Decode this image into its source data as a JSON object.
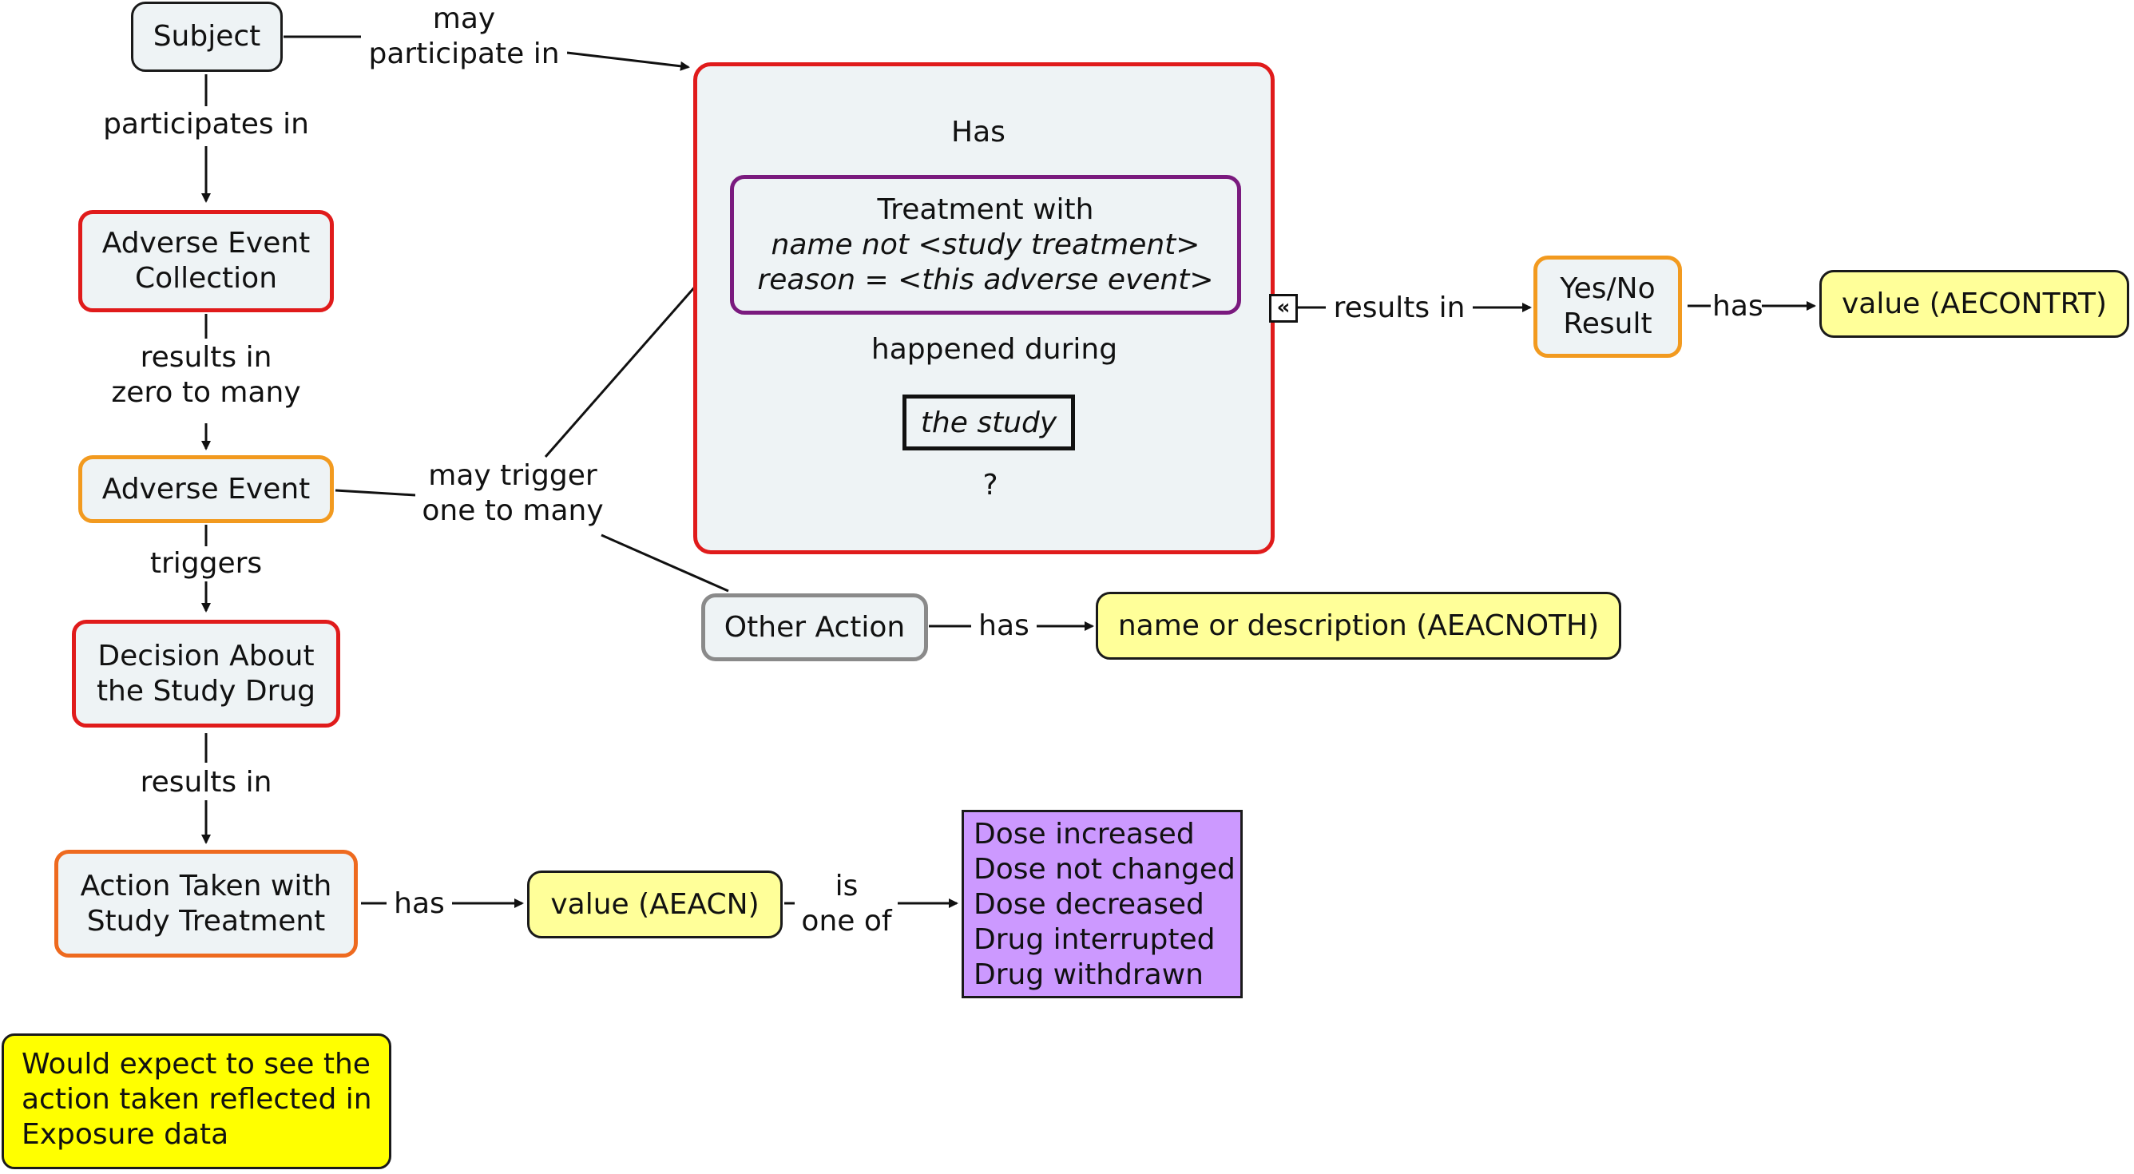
{
  "nodes": {
    "subject": "Subject",
    "ae_collection": [
      "Adverse Event",
      "Collection"
    ],
    "adverse_event": "Adverse Event",
    "decision": [
      "Decision About",
      "the Study Drug"
    ],
    "action_taken": [
      "Action Taken with",
      "Study Treatment"
    ],
    "value_aeacn": "value (AEACN)",
    "dose_options": [
      "Dose increased",
      "Dose not changed",
      "Dose decreased",
      "Drug interrupted",
      "Drug withdrawn"
    ],
    "other_action": "Other Action",
    "name_desc": "name or description (AEACNOTH)",
    "yes_no": [
      "Yes/No",
      "Result"
    ],
    "value_aecontrt": "value (AECONTRT)",
    "note": [
      "Would expect to see the",
      "action taken reflected in",
      "Exposure data"
    ]
  },
  "group": {
    "has": "Has",
    "treatment": [
      "Treatment with",
      "name not <study treatment>",
      "reason = <this adverse event>"
    ],
    "happened_during": "happened during",
    "the_study": "the study",
    "question": "?",
    "expand_icon": "«"
  },
  "links": {
    "may_participate_in": [
      "may",
      "participate in"
    ],
    "participates_in": "participates in",
    "results_in_zero": [
      "results in",
      "zero to many"
    ],
    "triggers": "triggers",
    "results_in_action": "results in",
    "has_aeacn": "has",
    "is_one_of": [
      "is",
      "one of"
    ],
    "may_trigger": [
      "may trigger",
      "one to many"
    ],
    "has_other": "has",
    "results_in_yesno": "results in",
    "has_aecontrt": "has"
  },
  "colors": {
    "red_border": "#e01b1b",
    "orange_border": "#f29a1f",
    "dark_orange_border": "#ee6a1f",
    "grey_border": "#8a8a8a",
    "purple_border": "#7a1a7e",
    "node_fill": "#eef3f5",
    "value_fill": "#ffff99",
    "note_fill": "#ffff00",
    "list_fill": "#cc99ff"
  }
}
